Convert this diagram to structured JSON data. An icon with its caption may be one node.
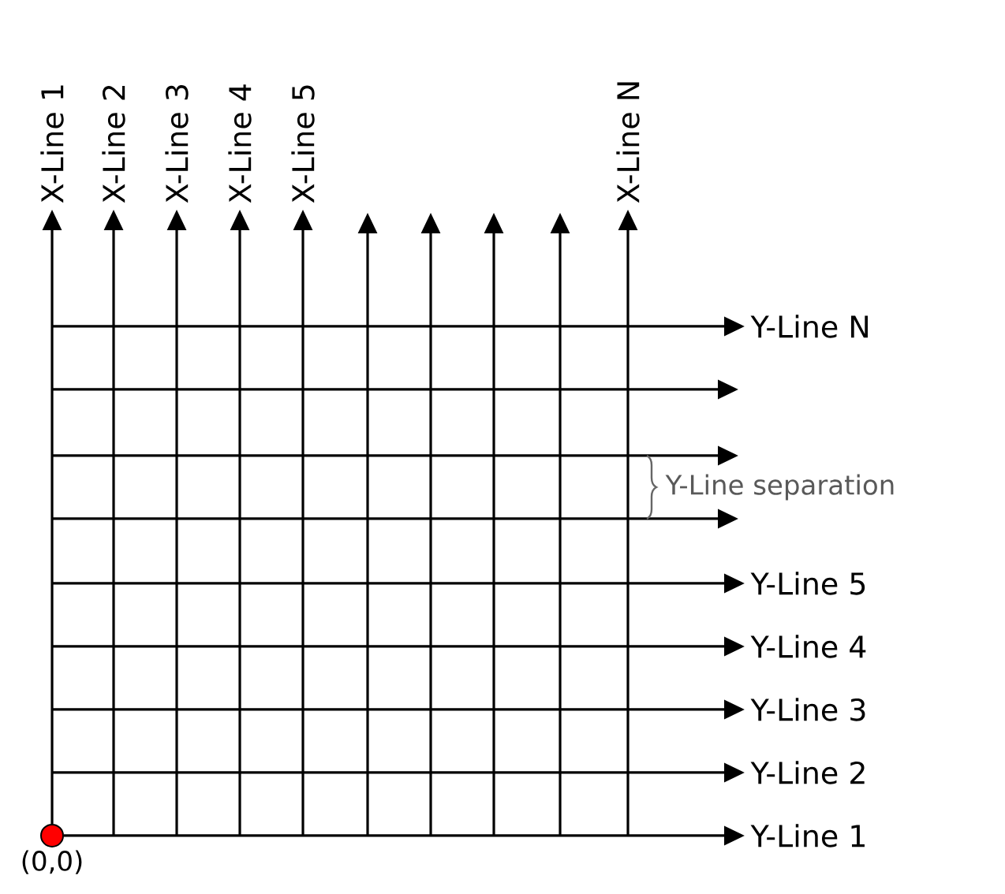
{
  "diagram": {
    "nodes": [
      {
        "text": [
          "X-Line 1"
        ]
      },
      {
        "text": [
          "X-Line 2"
        ]
      },
      {
        "text": [
          "X-Line 3"
        ]
      },
      {
        "text": [
          "X-Line 4"
        ]
      },
      {
        "text": [
          "X-Line 5"
        ]
      },
      {
        "text": [
          "X-Line N"
        ]
      },
      {
        "text": [
          "Y-Line N"
        ]
      },
      {
        "text": [
          "Y-Line 5"
        ]
      },
      {
        "text": [
          "Y-Line 4"
        ]
      },
      {
        "text": [
          "Y-Line 3"
        ]
      },
      {
        "text": [
          "Y-Line 2"
        ]
      },
      {
        "text": [
          "Y-Line 1"
        ]
      },
      {
        "text": [],
        "shape": "circle",
        "beside": [
          "(0,0)"
        ]
      }
    ],
    "edges": [
      {
        "from": 12,
        "to": 0,
        "arrow": "to"
      },
      {
        "from": null,
        "to": 1,
        "arrow": "to"
      },
      {
        "from": null,
        "to": 2,
        "arrow": "to"
      },
      {
        "from": null,
        "to": 3,
        "arrow": "to"
      },
      {
        "from": null,
        "to": 4,
        "arrow": "to"
      },
      {
        "from": null,
        "to": 5,
        "arrow": "to"
      },
      {
        "from": null,
        "to": 6,
        "arrow": "to"
      },
      {
        "from": null,
        "to": 7,
        "arrow": "to"
      },
      {
        "from": null,
        "to": 8,
        "arrow": "to"
      },
      {
        "from": null,
        "to": 9,
        "arrow": "to"
      },
      {
        "from": null,
        "to": 10,
        "arrow": "to"
      },
      {
        "from": 12,
        "to": 11,
        "arrow": "to"
      }
    ],
    "labels": [
      "Y-Line separation"
    ]
  }
}
